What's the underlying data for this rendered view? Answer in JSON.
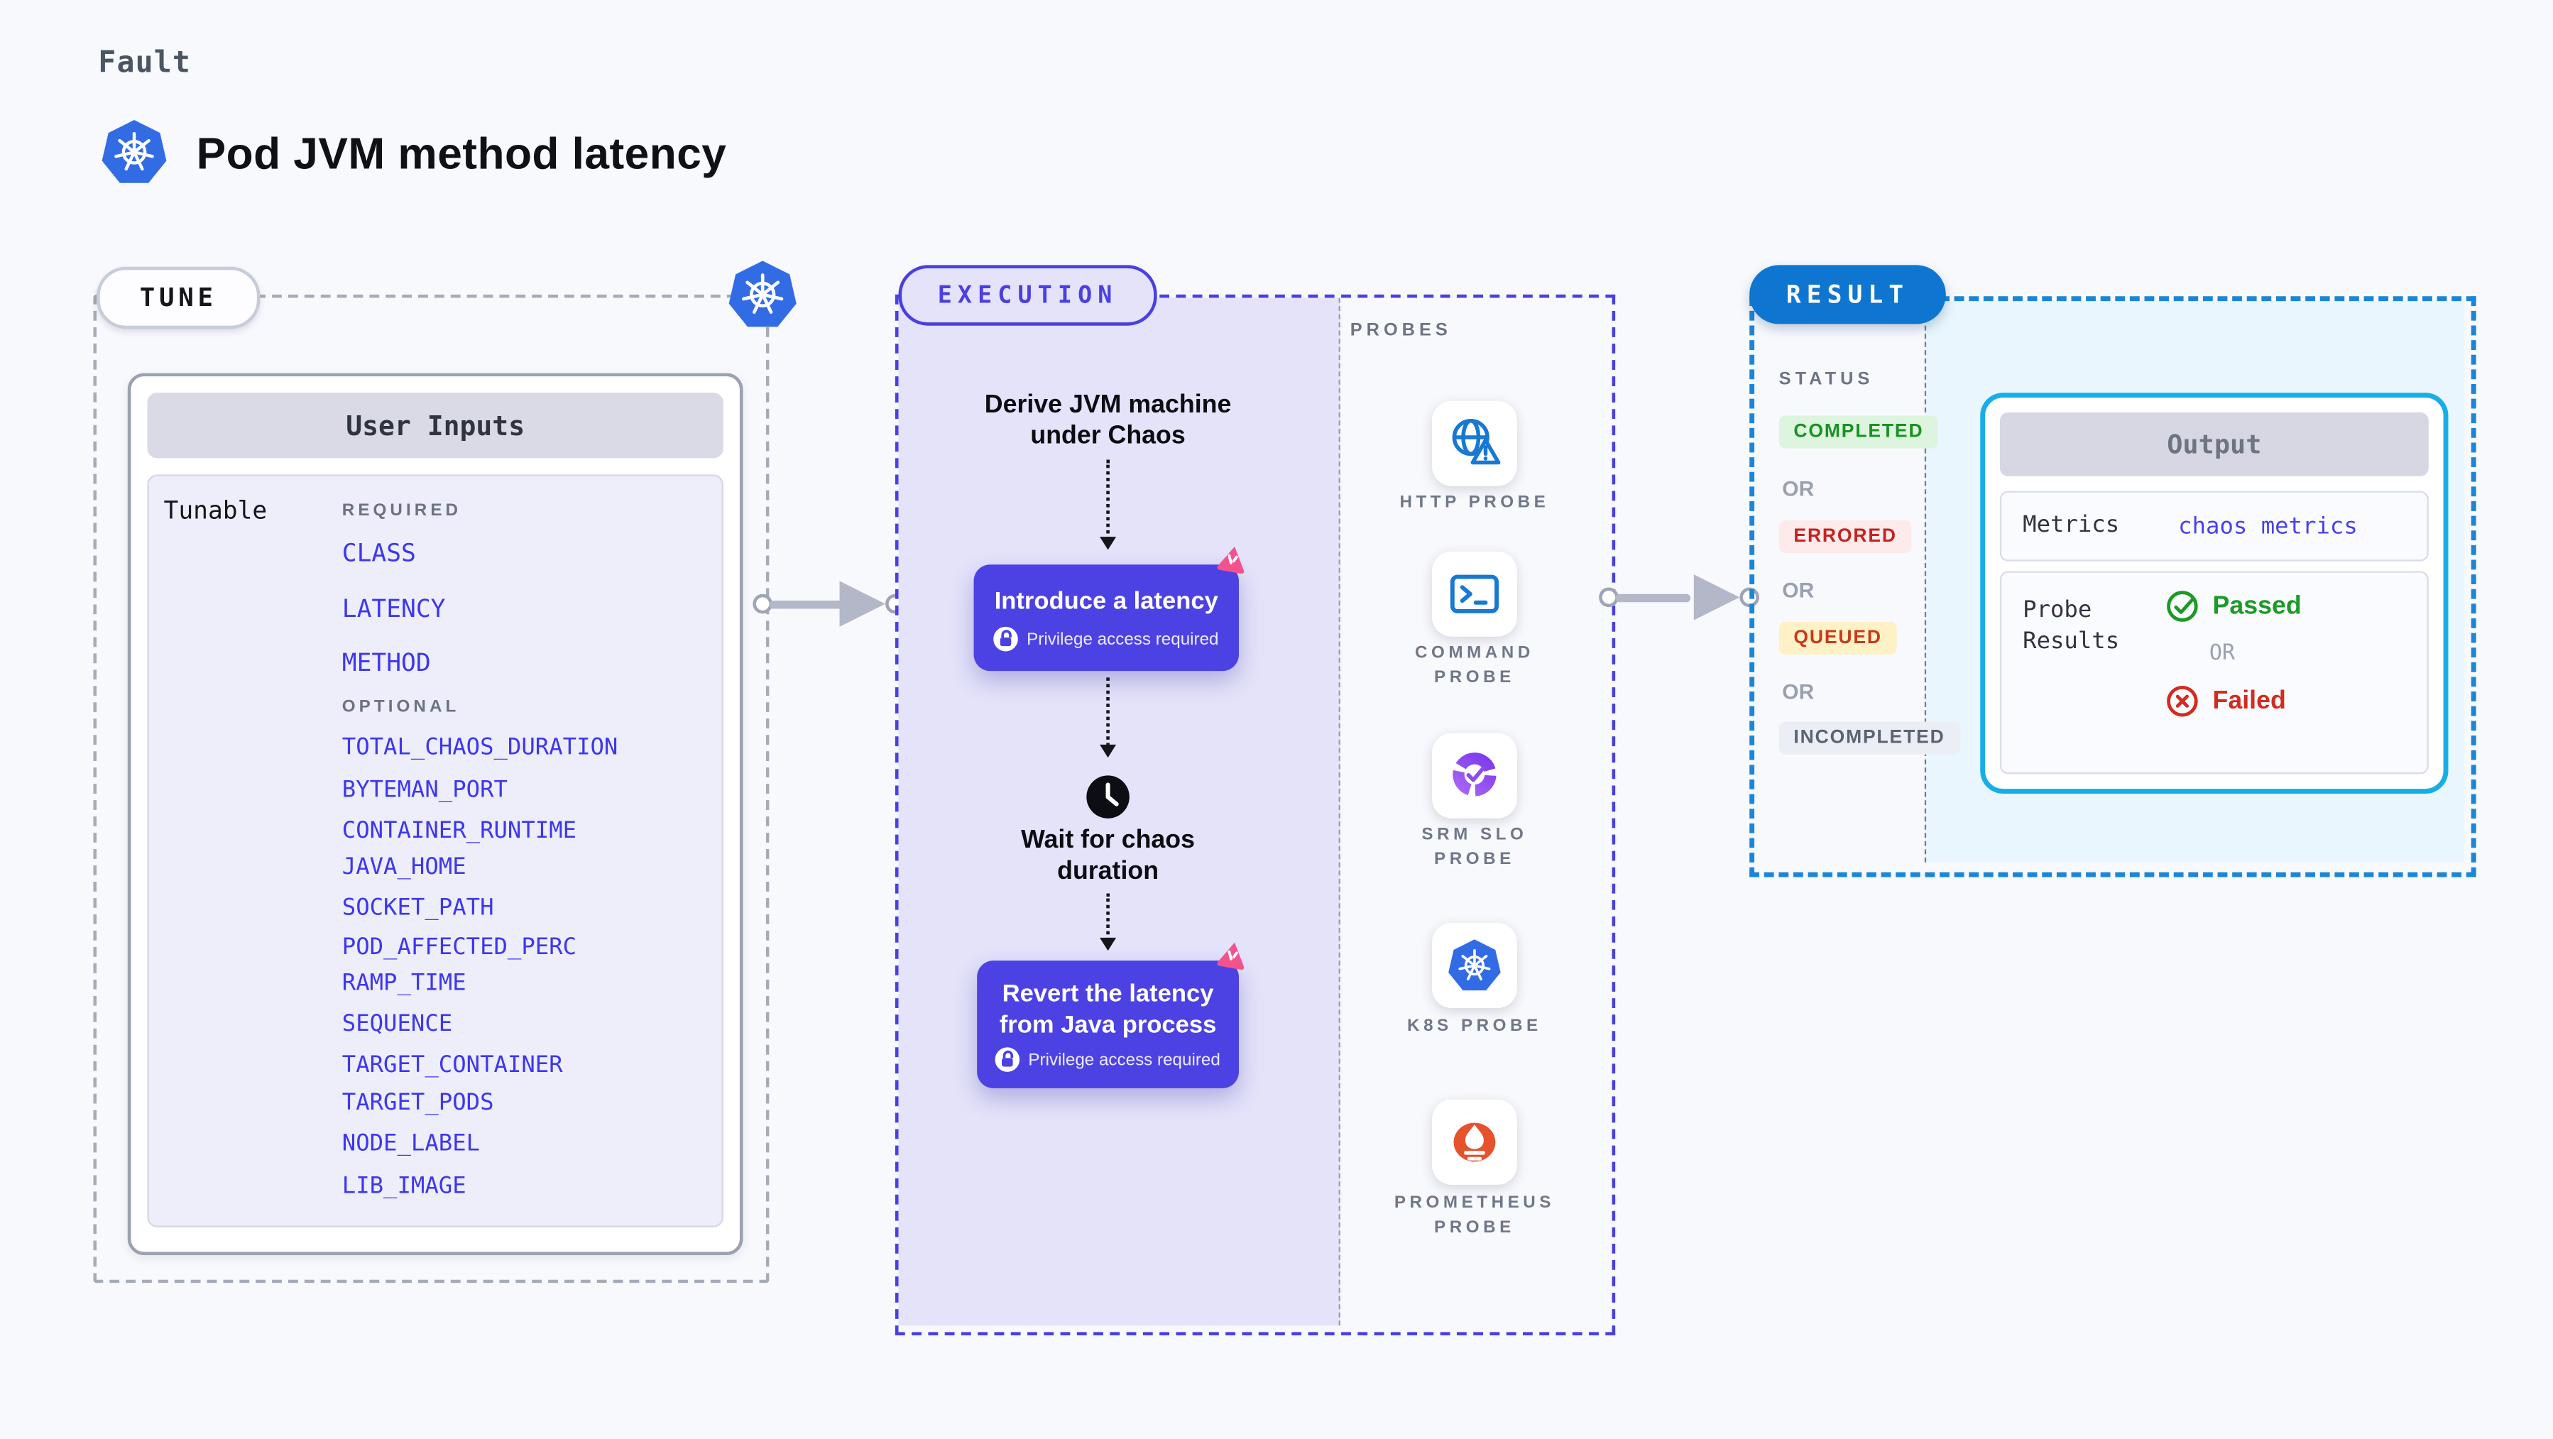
{
  "header": {
    "kicker": "Fault",
    "title": "Pod JVM method latency"
  },
  "tune": {
    "badge": "TUNE",
    "card_title": "User Inputs",
    "tunable_label": "Tunable",
    "required_label": "REQUIRED",
    "required_items": [
      "CLASS",
      "LATENCY",
      "METHOD"
    ],
    "optional_label": "OPTIONAL",
    "optional_items": [
      "TOTAL_CHAOS_DURATION",
      "BYTEMAN_PORT",
      "CONTAINER_RUNTIME",
      "JAVA_HOME",
      "SOCKET_PATH",
      "POD_AFFECTED_PERC",
      "RAMP_TIME",
      "SEQUENCE",
      "TARGET_CONTAINER",
      "TARGET_PODS",
      "NODE_LABEL",
      "LIB_IMAGE"
    ]
  },
  "execution": {
    "badge": "EXECUTION",
    "derive_lines": [
      "Derive JVM machine",
      "under Chaos"
    ],
    "introduce_title": "Introduce a latency",
    "wait_lines": [
      "Wait for chaos",
      "duration"
    ],
    "revert_lines": [
      "Revert the latency",
      "from Java process"
    ],
    "privilege_note": "Privilege access required"
  },
  "probes": {
    "label": "PROBES",
    "items": [
      {
        "name": "HTTP Probe",
        "icon": "globe-alert-icon",
        "lines": [
          "HTTP PROBE"
        ]
      },
      {
        "name": "Command Probe",
        "icon": "terminal-icon",
        "lines": [
          "COMMAND",
          "PROBE"
        ]
      },
      {
        "name": "SRM SLO Probe",
        "icon": "gauge-check-icon",
        "lines": [
          "SRM SLO",
          "PROBE"
        ]
      },
      {
        "name": "K8s Probe",
        "icon": "kubernetes-icon",
        "lines": [
          "K8S PROBE"
        ]
      },
      {
        "name": "Prometheus Probe",
        "icon": "prometheus-icon",
        "lines": [
          "PROMETHEUS",
          "PROBE"
        ]
      }
    ]
  },
  "result": {
    "badge": "RESULT",
    "status_label": "STATUS",
    "or_label": "OR",
    "statuses": [
      {
        "label": "COMPLETED",
        "type": "completed",
        "text_color": "#1a9123",
        "bg_color": "#ddf4de"
      },
      {
        "label": "ERRORED",
        "type": "errored",
        "text_color": "#c52222",
        "bg_color": "#fcebea"
      },
      {
        "label": "QUEUED",
        "type": "queued",
        "text_color": "#c7391b",
        "bg_color": "#fdf1c5"
      },
      {
        "label": "INCOMPLETED",
        "type": "incompleted",
        "text_color": "#5b6270",
        "bg_color": "#eceef6"
      }
    ],
    "output": {
      "title": "Output",
      "metrics_label": "Metrics",
      "metrics_value": "chaos metrics",
      "probe_results_lines": [
        "Probe",
        "Results"
      ],
      "passed_label": "Passed",
      "or_label": "OR",
      "failed_label": "Failed"
    }
  },
  "colors": {
    "page_background": "#f8f9fd",
    "execution_indigo": "#4a3fe0",
    "step_box_indigo": "#4c42e3",
    "lavender_panel": "#e4e3fa",
    "result_blue": "#0e76d0",
    "result_dash_blue": "#1b86d8",
    "result_panel_cyan": "#e9f6fd",
    "output_border_cyan": "#17aee6",
    "input_item_blue": "#3e36ee",
    "kubernetes_blue": "#326ce5",
    "probe_icon_blue": "#1879d3",
    "prometheus_orange": "#e6522c",
    "srm_purple": "#8b4bf0",
    "chaos_pink": "#f2538f",
    "passed_green": "#1b9a27",
    "failed_red": "#d32b20",
    "arrow_gray": "#b4b7c7"
  }
}
